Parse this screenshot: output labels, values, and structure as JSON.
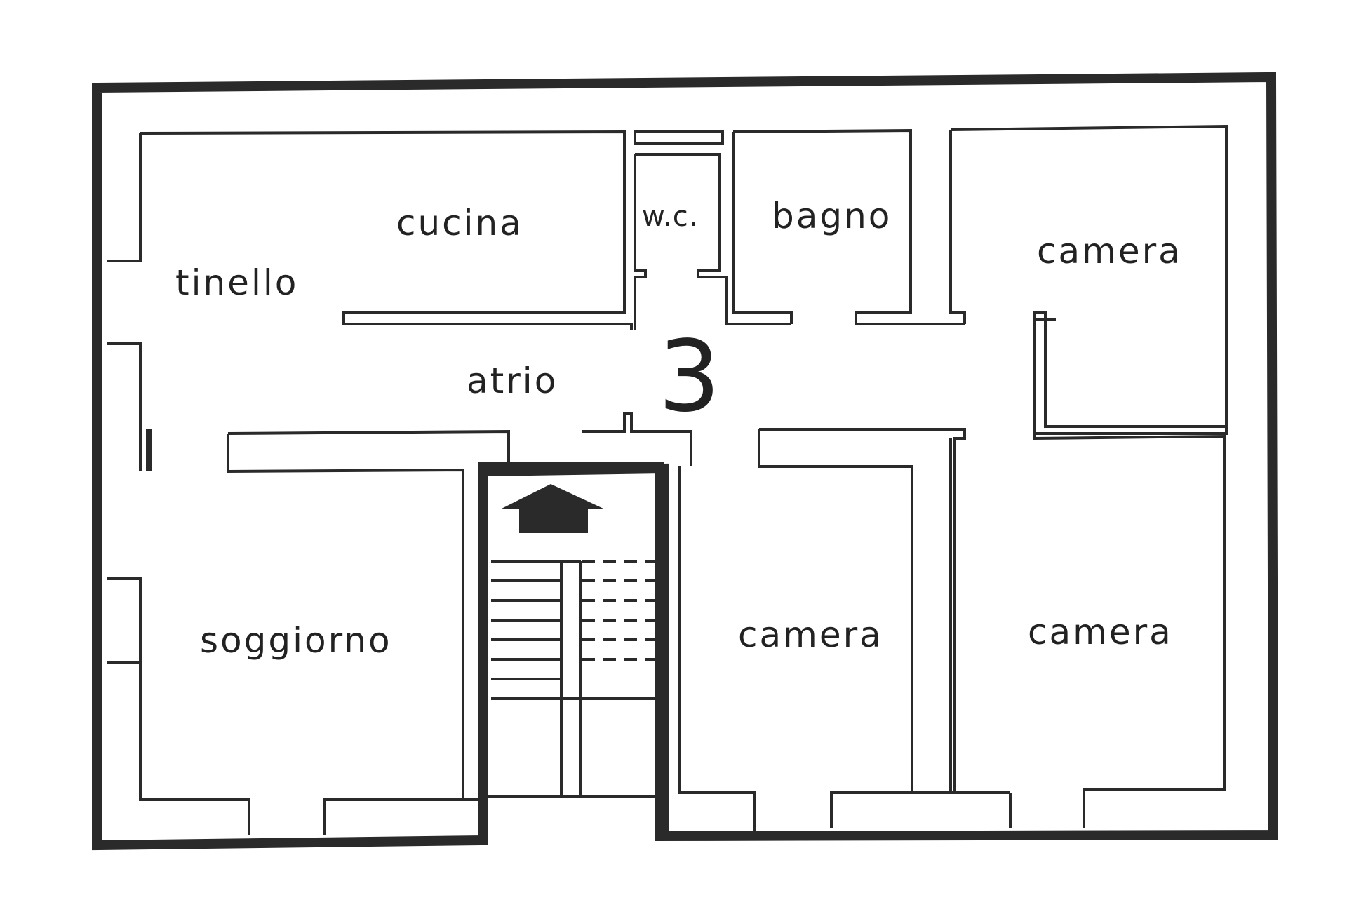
{
  "plan": {
    "unit_number": "3",
    "rooms": {
      "cucina": "cucina",
      "wc": "w.c.",
      "bagno": "bagno",
      "camera_top_right": "camera",
      "tinello": "tinello",
      "atrio": "atrio",
      "soggiorno": "soggiorno",
      "camera_middle": "camera",
      "camera_bottom_right": "camera"
    }
  }
}
